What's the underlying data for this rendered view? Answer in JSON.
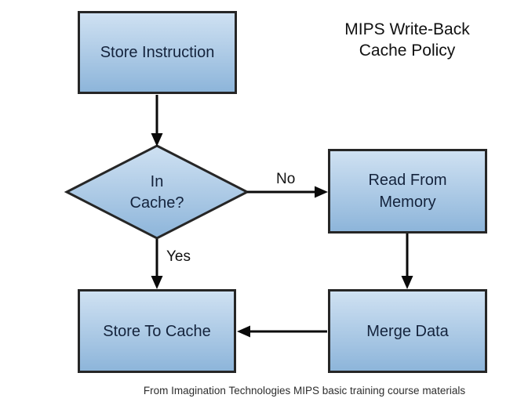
{
  "diagram": {
    "title_lines": [
      "MIPS Write-Back",
      "Cache Policy"
    ],
    "caption": "From Imagination Technologies MIPS basic training course materials",
    "type": "flowchart",
    "nodes": {
      "store_instruction": {
        "shape": "rect",
        "label": "Store Instruction",
        "lines": [
          "Store Instruction"
        ]
      },
      "in_cache": {
        "shape": "diamond",
        "label": "In Cache?",
        "lines": [
          "In",
          "Cache?"
        ]
      },
      "read_from_memory": {
        "shape": "rect",
        "label": "Read From Memory",
        "lines": [
          "Read From",
          "Memory"
        ]
      },
      "merge_data": {
        "shape": "rect",
        "label": "Merge Data",
        "lines": [
          "Merge Data"
        ]
      },
      "store_to_cache": {
        "shape": "rect",
        "label": "Store To Cache",
        "lines": [
          "Store To Cache"
        ]
      }
    },
    "edges": [
      {
        "from": "store_instruction",
        "to": "in_cache",
        "label": ""
      },
      {
        "from": "in_cache",
        "to": "read_from_memory",
        "label": "No"
      },
      {
        "from": "in_cache",
        "to": "store_to_cache",
        "label": "Yes"
      },
      {
        "from": "read_from_memory",
        "to": "merge_data",
        "label": ""
      },
      {
        "from": "merge_data",
        "to": "store_to_cache",
        "label": ""
      }
    ]
  },
  "colors": {
    "background": "#ffffff",
    "node_fill_top": "#cfe1f2",
    "node_fill_bottom": "#8db5da",
    "node_border": "#262626",
    "node_text": "#14233c",
    "arrow": "#0a0a0a",
    "title_text": "#111111",
    "caption_text": "#2e2e2e"
  }
}
